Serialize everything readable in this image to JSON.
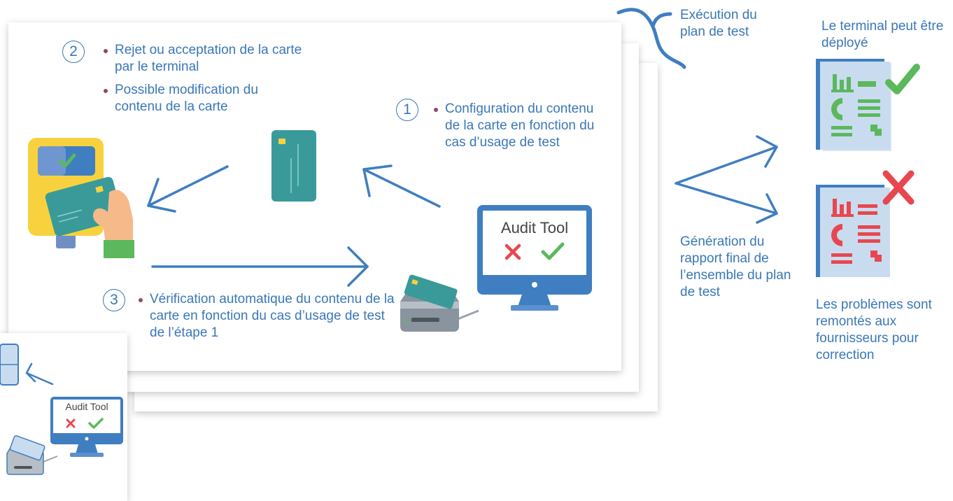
{
  "steps": {
    "step2": {
      "number": "2",
      "bullets": [
        {
          "text": "Rejet ou acceptation de la carte par le terminal"
        },
        {
          "text": "Possible modification du contenu de la carte"
        }
      ]
    },
    "step1": {
      "number": "1",
      "bullets": [
        {
          "text": "Configuration du contenu de la carte en fonction du cas d’usage de test"
        }
      ]
    },
    "step3": {
      "number": "3",
      "bullets": [
        {
          "text": "Vérification automatique du contenu de la carte en fonction du cas d’usage de test de l’étape 1"
        }
      ]
    }
  },
  "audit_tool": {
    "label_main": "Audit Tool",
    "label_thumb": "Audit Tool"
  },
  "execution": {
    "label": "Exécution du plan de test"
  },
  "report": {
    "generation_label": "Génération du rapport final de l’ensemble du plan de test",
    "success_label": "Le terminal peut être déployé",
    "failure_label": "Les problèmes sont remontés aux fournisseurs pour correction"
  },
  "colors": {
    "text_blue": "#3a77b6",
    "arrow_blue": "#3f7ec0",
    "card_teal": "#3a9a9a",
    "terminal_yellow": "#f7d23e",
    "success_green": "#5cb85c",
    "error_red": "#e8474f",
    "report_bg": "#c9dcef"
  }
}
